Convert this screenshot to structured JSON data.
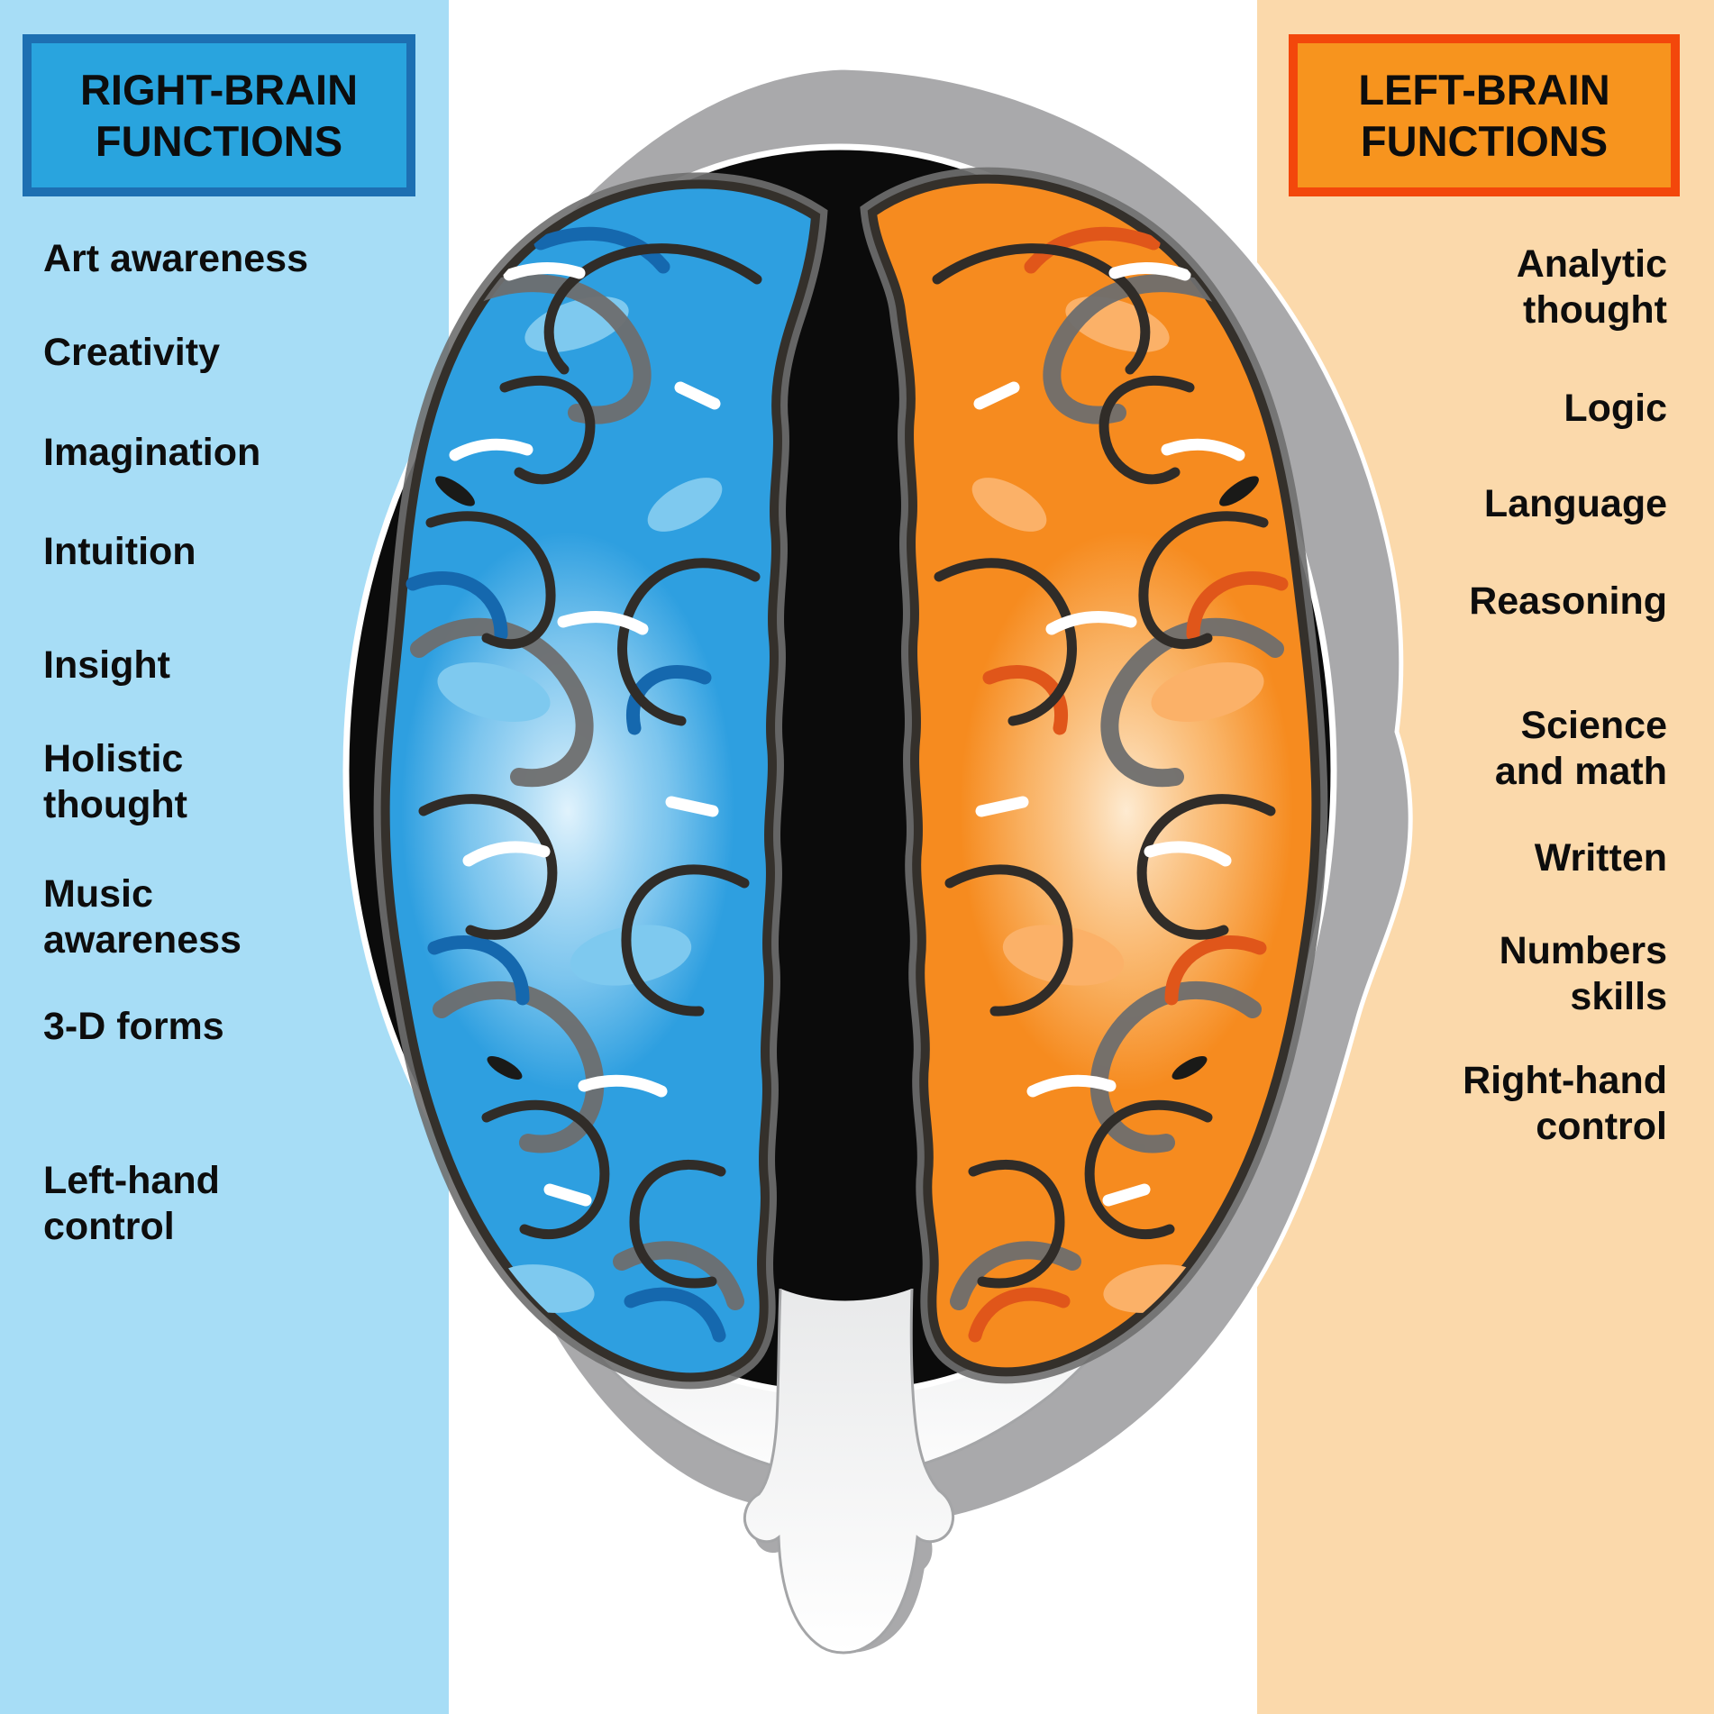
{
  "left_panel": {
    "title": "RIGHT-BRAIN FUNCTIONS",
    "items": [
      {
        "label": "Art awareness"
      },
      {
        "label": "Creativity"
      },
      {
        "label": "Imagination"
      },
      {
        "label": "Intuition"
      },
      {
        "label": "Insight"
      },
      {
        "label": "Holistic\nthought"
      },
      {
        "label": "Music\nawareness"
      },
      {
        "label": "3-D forms"
      },
      {
        "label": "Left-hand\ncontrol"
      }
    ]
  },
  "right_panel": {
    "title": "LEFT-BRAIN FUNCTIONS",
    "items": [
      {
        "label": "Analytic\nthought"
      },
      {
        "label": "Logic"
      },
      {
        "label": "Language"
      },
      {
        "label": "Reasoning"
      },
      {
        "label": "Science\nand math"
      },
      {
        "label": "Written"
      },
      {
        "label": "Numbers\nskills"
      },
      {
        "label": "Right-hand\ncontrol"
      }
    ]
  },
  "illustration": {
    "name": "human-head-top-view-with-brain",
    "left_hemisphere": "blue",
    "right_hemisphere": "orange"
  },
  "colors": {
    "left_panel_bg": "#A7DDF6",
    "left_title_bg": "#29A4DE",
    "left_title_border": "#1D6FB2",
    "right_panel_bg": "#FBD9AB",
    "right_title_bg": "#F7941E",
    "right_title_border": "#F3470B",
    "head_gray": "#A9A9AB",
    "skull_black": "#0B0B0B",
    "hemisphere_left_blue": "#2E9FE0",
    "hemisphere_right_orange": "#F68B1F"
  }
}
